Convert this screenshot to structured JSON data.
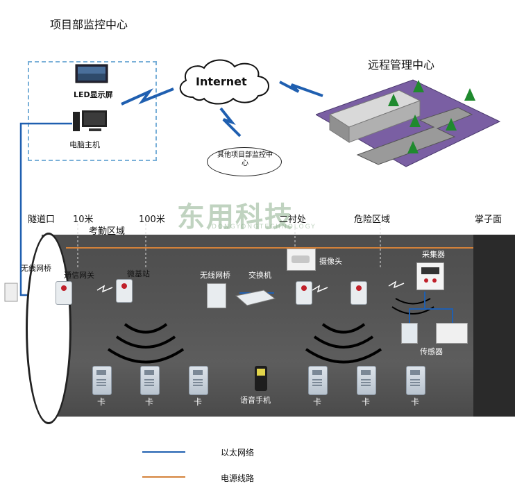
{
  "top": {
    "project_center": "项目部监控中心",
    "led_screen": "LED显示屏",
    "pc_host": "电脑主机",
    "internet": "Internet",
    "other_projects": "其他项目部监控中心",
    "remote_center": "远程管理中心"
  },
  "tunnel": {
    "entrance": "隧道口",
    "dist_10m": "10米",
    "dist_100m": "100米",
    "attendance_area": "考勤区域",
    "second_lining": "二衬处",
    "danger_area": "危险区域",
    "face": "掌子面",
    "wireless_bridge_left": "无线网桥",
    "comm_gateway": "通信网关",
    "micro_base": "微基站",
    "wireless_bridge": "无线网桥",
    "switch": "交换机",
    "camera": "摄像头",
    "collector": "采集器",
    "sensor": "传感器",
    "voice_phone": "语音手机",
    "cards": [
      "卡",
      "卡",
      "卡",
      "卡",
      "卡",
      "卡"
    ]
  },
  "legend": {
    "ethernet": "以太网络",
    "power": "电源线路"
  },
  "watermark": {
    "cn": "东用科技",
    "en": "DONGYONGTECHNOLOGY"
  },
  "colors": {
    "ethernet_line": "#1f5fb0",
    "power_line": "#d4823a",
    "plaza": "#7a5fa3",
    "tunnel_fill": "#555555"
  }
}
